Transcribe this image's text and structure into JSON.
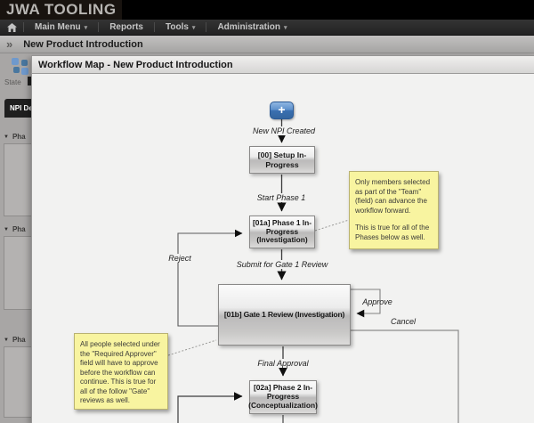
{
  "app": {
    "logo": "JWA TOOLING"
  },
  "menubar": {
    "items": [
      {
        "label": "Main Menu",
        "caret": "▾"
      },
      {
        "label": "Reports",
        "caret": ""
      },
      {
        "label": "Tools",
        "caret": "▾"
      },
      {
        "label": "Administration",
        "caret": "▾"
      }
    ]
  },
  "breadcrumb": {
    "chevron": "»",
    "title": "New Product Introduction"
  },
  "sidebar": {
    "state_label": "State",
    "npi_tab_label": "NPI De",
    "phase_sections": [
      {
        "label": "Pha"
      },
      {
        "label": "Pha"
      },
      {
        "label": "Pha"
      }
    ]
  },
  "dialog": {
    "title": "Workflow Map - New Product Introduction"
  },
  "icons": {
    "section_caret": "▼",
    "menu_caret": "▾",
    "home": "house",
    "workflow": "blue-squares-cluster"
  },
  "diagram": {
    "start_button": "+",
    "nodes": [
      {
        "id": "00",
        "label": "[00] Setup In-Progress"
      },
      {
        "id": "01a",
        "label": "[01a] Phase 1 In-Progress (Investigation)"
      },
      {
        "id": "01b",
        "label": "[01b] Gate 1 Review (Investigation)"
      },
      {
        "id": "02a",
        "label": "[02a] Phase 2 In-Progress (Conceptualization)"
      }
    ],
    "edge_labels": {
      "new_npi": "New NPI Created",
      "start_phase1": "Start Phase 1",
      "submit_gate1": "Submit for Gate 1 Review",
      "reject": "Reject",
      "approve": "Approve",
      "cancel": "Cancel",
      "final_approval": "Final Approval"
    },
    "notes": [
      {
        "p1": "Only members selected as part of the \"Team\" (field) can advance the workflow forward.",
        "p2": "This is true for all of the Phases below as well."
      },
      {
        "p1": "All people selected under the \"Required Approver\" field will have to approve before the workflow can continue. This is true for all of the follow \"Gate\" reviews as well.",
        "p2": ""
      }
    ]
  },
  "colors": {
    "accent_blue": "#3a6fb0",
    "note_yellow": "#f8f4a0",
    "panel_bg": "#f2f2f1",
    "topbar": "#000000"
  }
}
